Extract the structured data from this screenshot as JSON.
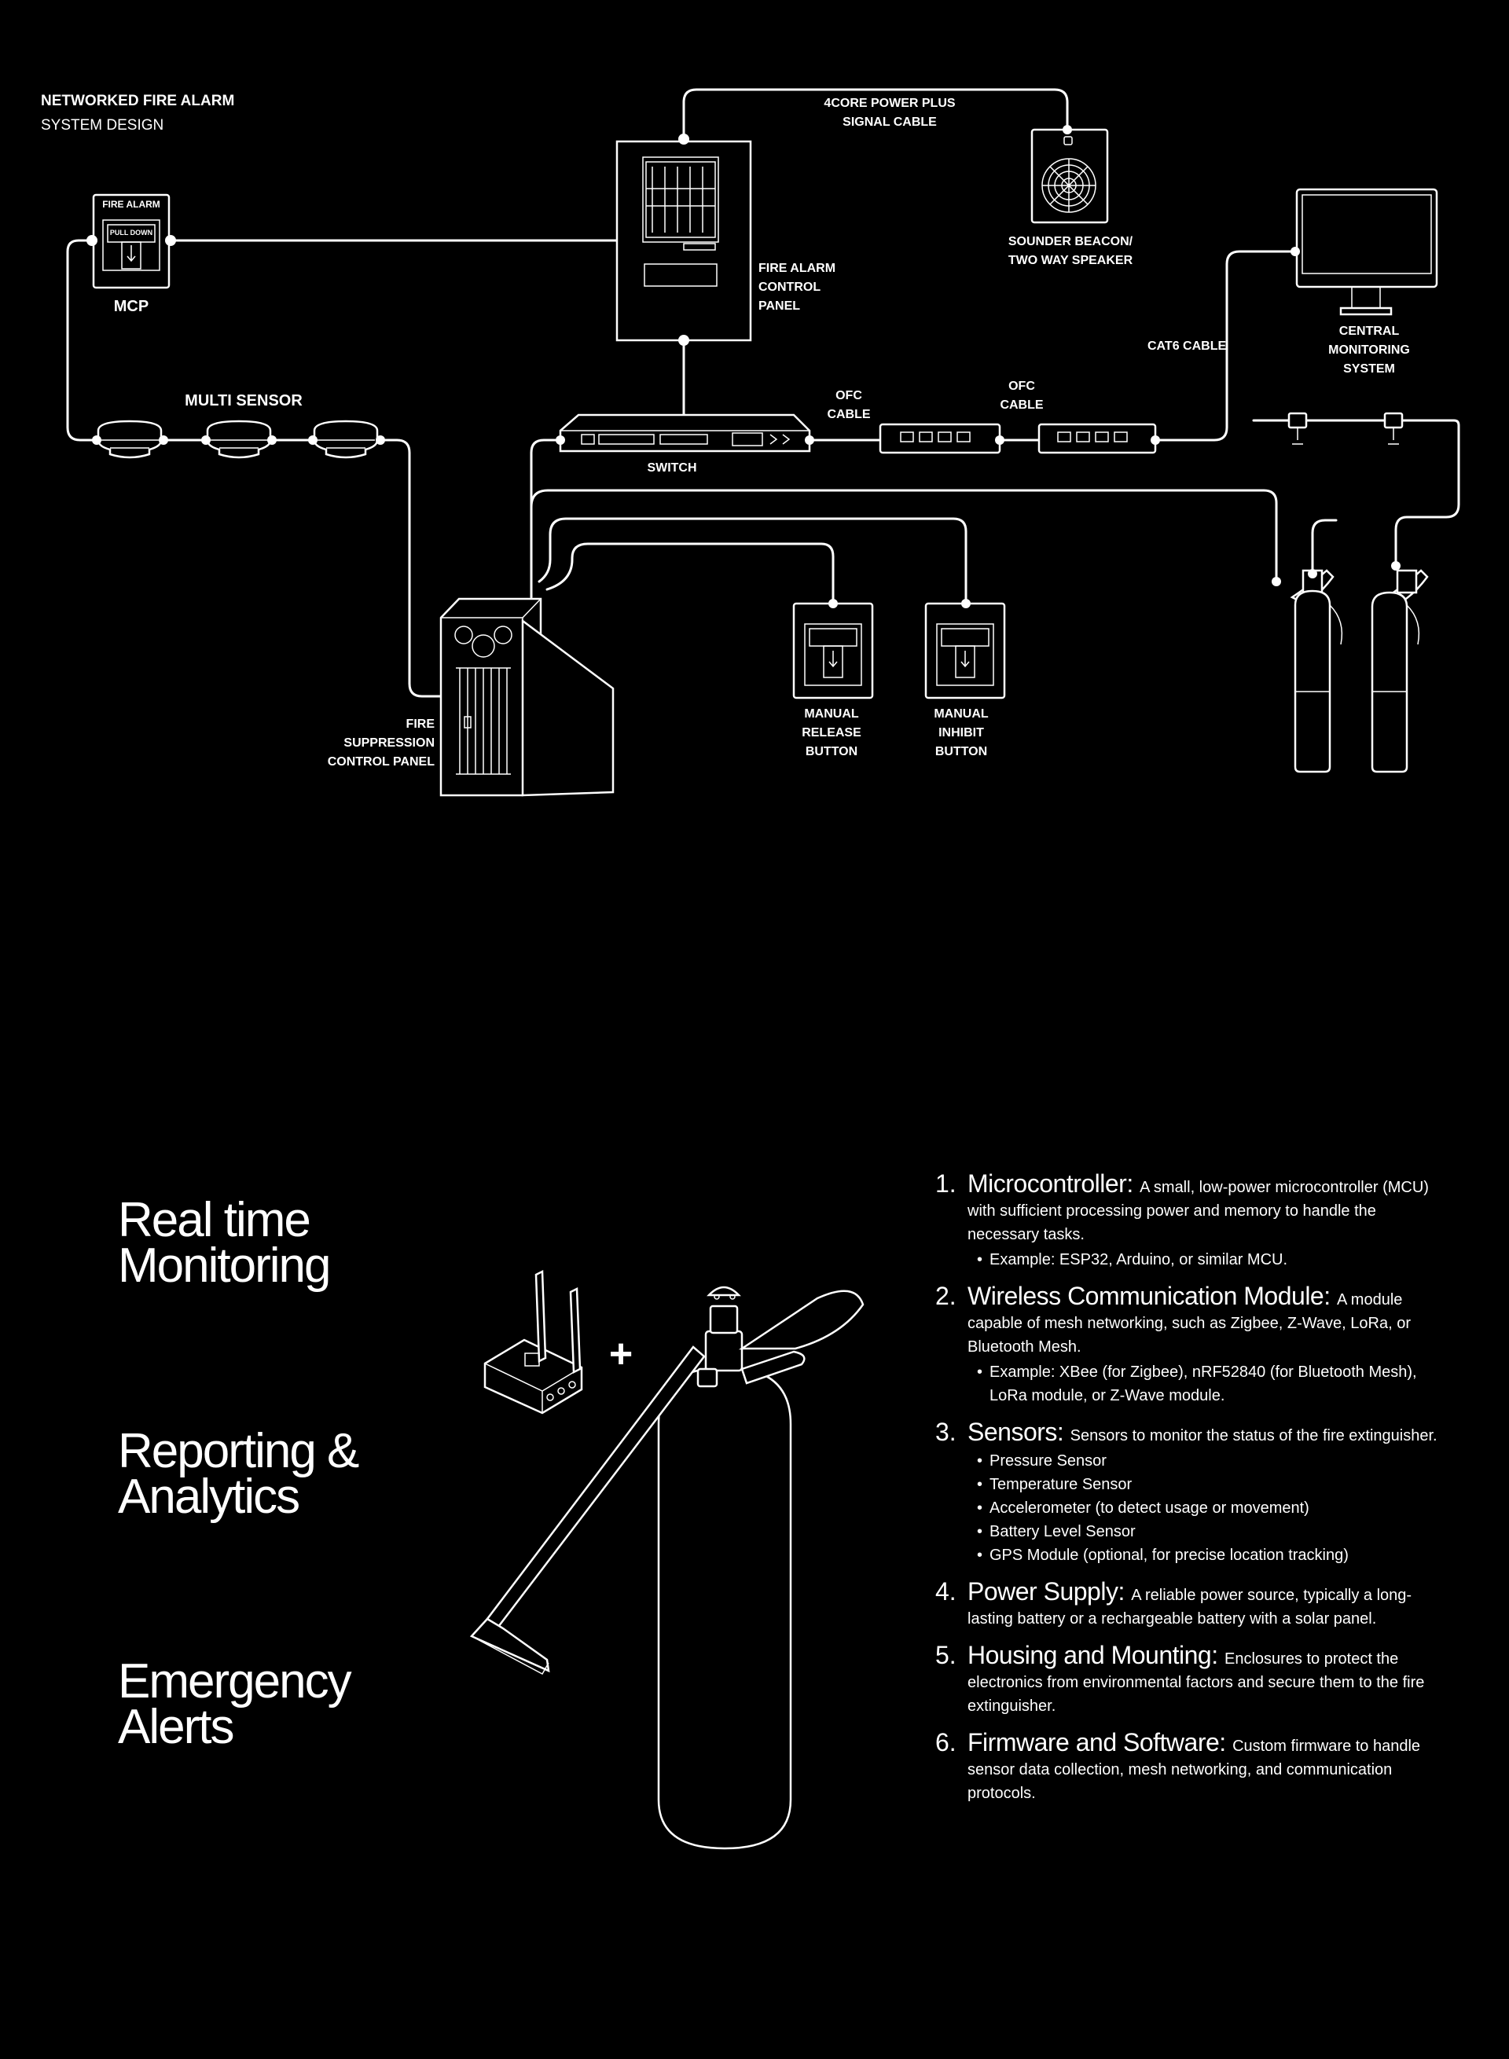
{
  "diagram": {
    "title": "NETWORKED FIRE ALARM",
    "subtitle": "SYSTEM DESIGN",
    "mcp": {
      "sign": "FIRE ALARM",
      "pull": "PULL DOWN",
      "label": "MCP"
    },
    "multi_sensor": "MULTI SENSOR",
    "cable_4core": [
      "4CORE POWER PLUS",
      "SIGNAL CABLE"
    ],
    "sounder": [
      "SOUNDER BEACON/",
      "TWO WAY SPEAKER"
    ],
    "fire_alarm_panel": [
      "FIRE ALARM",
      "CONTROL",
      "PANEL"
    ],
    "monitoring": [
      "CENTRAL",
      "MONITORING",
      "SYSTEM"
    ],
    "cat6": "CAT6 CABLE",
    "ofc_left": [
      "OFC",
      "CABLE"
    ],
    "ofc_right": [
      "OFC",
      "CABLE"
    ],
    "switch": "SWITCH",
    "suppression_panel": [
      "FIRE",
      "SUPPRESSION",
      "CONTROL PANEL"
    ],
    "release_button": [
      "MANUAL",
      "RELEASE",
      "BUTTON"
    ],
    "inhibit_button": [
      "MANUAL",
      "INHIBIT",
      "BUTTON"
    ]
  },
  "features": [
    {
      "line1": "Real time",
      "line2": "Monitoring"
    },
    {
      "line1": "Reporting &",
      "line2": "Analytics"
    },
    {
      "line1": "Emergency",
      "line2": "Alerts"
    }
  ],
  "plus": "+",
  "components": [
    {
      "num": "1.",
      "title": "Microcontroller:",
      "desc": "A small, low-power microcontroller (MCU) with sufficient processing power and memory to handle the necessary tasks.",
      "bullets": [
        "Example: ESP32, Arduino, or similar MCU."
      ]
    },
    {
      "num": "2.",
      "title": "Wireless Communication Module:",
      "desc": "A module capable of mesh networking, such as Zigbee, Z-Wave, LoRa, or Bluetooth Mesh.",
      "bullets": [
        "Example: XBee (for Zigbee), nRF52840 (for Bluetooth Mesh), LoRa module, or Z-Wave module."
      ]
    },
    {
      "num": "3.",
      "title": "Sensors:",
      "desc": "Sensors to monitor the status of the fire extinguisher.",
      "bullets": [
        "Pressure Sensor",
        "Temperature Sensor",
        "Accelerometer (to detect usage or movement)",
        "Battery Level Sensor",
        "GPS Module (optional, for precise location tracking)"
      ]
    },
    {
      "num": "4.",
      "title": "Power Supply:",
      "desc": "A reliable power source, typically a long-lasting battery or a rechargeable battery with a solar panel.",
      "bullets": []
    },
    {
      "num": "5.",
      "title": "Housing and Mounting:",
      "desc": "Enclosures to protect the electronics from environmental factors and secure them to the fire extinguisher.",
      "bullets": []
    },
    {
      "num": "6.",
      "title": "Firmware and Software:",
      "desc": "Custom firmware to handle sensor data collection, mesh networking, and communication protocols.",
      "bullets": []
    }
  ]
}
